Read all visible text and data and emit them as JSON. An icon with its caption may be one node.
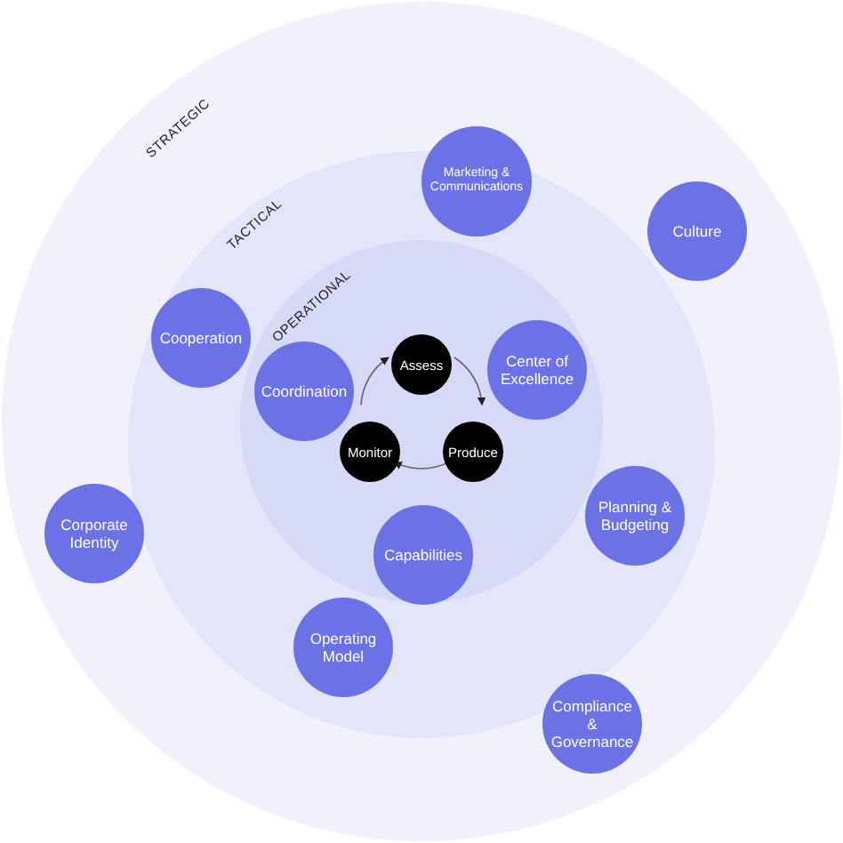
{
  "diagram": {
    "nodes": [
      {
        "text": [
          "STRATEGIC"
        ]
      },
      {
        "text": [
          "TACTICAL"
        ],
        "in": 0
      },
      {
        "text": [
          "OPERATIONAL"
        ],
        "in": 1
      },
      {
        "text": [
          "Marketing & Communications"
        ],
        "in": 1
      },
      {
        "text": [
          "Culture"
        ],
        "in": 0
      },
      {
        "text": [
          "Cooperation"
        ],
        "in": 1
      },
      {
        "text": [
          "Coordination"
        ],
        "in": 2
      },
      {
        "text": [
          "Center of Excellence"
        ],
        "in": 2
      },
      {
        "text": [
          "Assess"
        ],
        "in": 2
      },
      {
        "text": [
          "Monitor"
        ],
        "in": 2
      },
      {
        "text": [
          "Produce"
        ],
        "in": 2
      },
      {
        "text": [
          "Corporate Identity"
        ],
        "in": 0
      },
      {
        "text": [
          "Planning & Budgeting"
        ],
        "in": 1
      },
      {
        "text": [
          "Capabilities"
        ],
        "in": 2
      },
      {
        "text": [
          "Operating Model"
        ],
        "in": 1
      },
      {
        "text": [
          "Compliance & Governance"
        ],
        "in": 0
      }
    ],
    "edges": [
      {
        "from": 8,
        "to": 10,
        "arrow": "to"
      },
      {
        "from": 10,
        "to": 9,
        "arrow": "to"
      },
      {
        "from": 9,
        "to": 8,
        "arrow": "to"
      }
    ]
  }
}
